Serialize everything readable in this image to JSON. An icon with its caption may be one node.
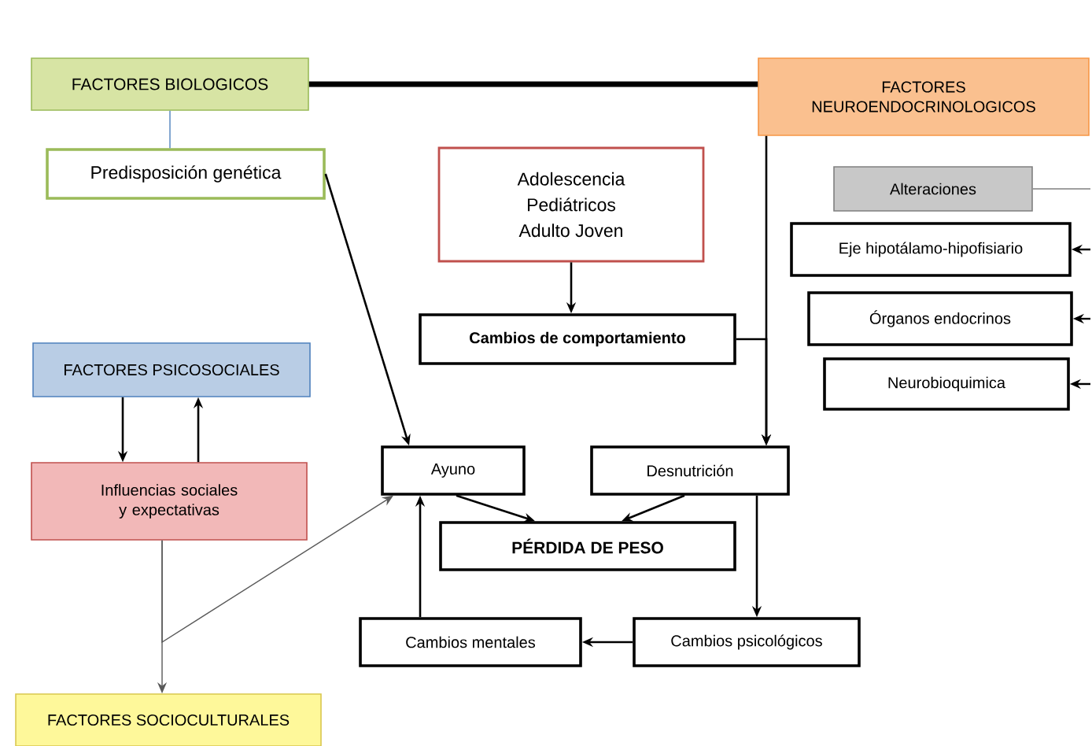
{
  "diagram": {
    "nodes": [
      {
        "text": [
          "FACTORES BIOLOGICOS"
        ]
      },
      {
        "text": [
          "FACTORES NEUROENDOCRINOLOGICOS"
        ]
      },
      {
        "text": [
          "Predisposición genética"
        ]
      },
      {
        "text": [
          "Adolescencia",
          "Pediátricos",
          "Adulto Joven"
        ]
      },
      {
        "text": [
          "Cambios de comportamiento"
        ]
      },
      {
        "text": [
          "Alteraciones"
        ]
      },
      {
        "text": [
          "Eje hipotálamo-hipofisiario"
        ]
      },
      {
        "text": [
          "Órganos endocrinos"
        ]
      },
      {
        "text": [
          "Neurobioquimica"
        ]
      },
      {
        "text": [
          "FACTORES PSICOSOCIALES"
        ]
      },
      {
        "text": [
          "Influencias sociales y expectativas"
        ]
      },
      {
        "text": [
          "Ayuno"
        ]
      },
      {
        "text": [
          "Desnutrición"
        ]
      },
      {
        "text": [
          "PÉRDIDA DE PESO"
        ]
      },
      {
        "text": [
          "Cambios mentales"
        ]
      },
      {
        "text": [
          "Cambios psicológicos"
        ]
      },
      {
        "text": [
          "FACTORES SOCIOCULTURALES"
        ]
      }
    ],
    "edges": [
      {
        "from": 0,
        "to": 1,
        "arrow": "none",
        "style": "thick"
      },
      {
        "from": 0,
        "to": 2,
        "arrow": "none",
        "color": "#4f81bd"
      },
      {
        "from": 2,
        "to": 11,
        "arrow": "to"
      },
      {
        "from": 3,
        "to": 4,
        "arrow": "to"
      },
      {
        "from": 1,
        "to": 12,
        "arrow": "to"
      },
      {
        "from": 4,
        "to": 12,
        "arrow": "to"
      },
      {
        "from": 9,
        "to": 10,
        "arrow": "to"
      },
      {
        "from": 10,
        "to": 9,
        "arrow": "to"
      },
      {
        "from": 10,
        "to": 16,
        "arrow": "to",
        "color": "#595959"
      },
      {
        "from": 10,
        "to": 11,
        "arrow": "to",
        "color": "#595959"
      },
      {
        "from": 11,
        "to": 13,
        "arrow": "to"
      },
      {
        "from": 12,
        "to": 13,
        "arrow": "to"
      },
      {
        "from": 12,
        "to": 15,
        "arrow": "to"
      },
      {
        "from": 15,
        "to": 14,
        "arrow": "to"
      },
      {
        "from": 14,
        "to": 11,
        "arrow": "to"
      },
      {
        "from": 5,
        "to": null,
        "arrow": "none",
        "color": "#7f7f7f"
      },
      {
        "from": null,
        "to": 6,
        "arrow": "to"
      },
      {
        "from": null,
        "to": 7,
        "arrow": "to"
      },
      {
        "from": null,
        "to": 8,
        "arrow": "to"
      }
    ]
  }
}
